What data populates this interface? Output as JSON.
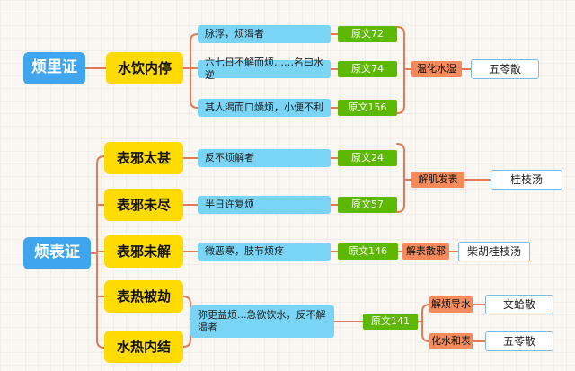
{
  "roots": {
    "a": "烦里证",
    "b": "烦表证"
  },
  "categories": {
    "a1": "水饮内停",
    "b1": "表邪太甚",
    "b2": "表邪未尽",
    "b3": "表邪未解",
    "b4": "表热被劫",
    "b5": "水热内结"
  },
  "symptoms": {
    "s1": "脉浮，烦渴者",
    "s2": "六七日不解而烦……名曰水逆",
    "s3": "其人渴而口燥烦，小便不利",
    "s4": "反不烦解者",
    "s5": "半日许复烦",
    "s6": "微恶寒，肢节烦疼",
    "s7": "弥更益烦...急欲饮水，反不解渴者"
  },
  "refs": {
    "r1": "原文72",
    "r2": "原文74",
    "r3": "原文156",
    "r4": "原文24",
    "r5": "原文57",
    "r6": "原文146",
    "r7": "原文141"
  },
  "methods": {
    "m1": "温化水湿",
    "m2": "解肌发表",
    "m3": "解表散邪",
    "m4": "解烦导水",
    "m5": "化水和表"
  },
  "formulas": {
    "f1": "五苓散",
    "f2": "桂枝汤",
    "f3": "柴胡桂枝汤",
    "f4": "文蛤散",
    "f5": "五苓散"
  }
}
